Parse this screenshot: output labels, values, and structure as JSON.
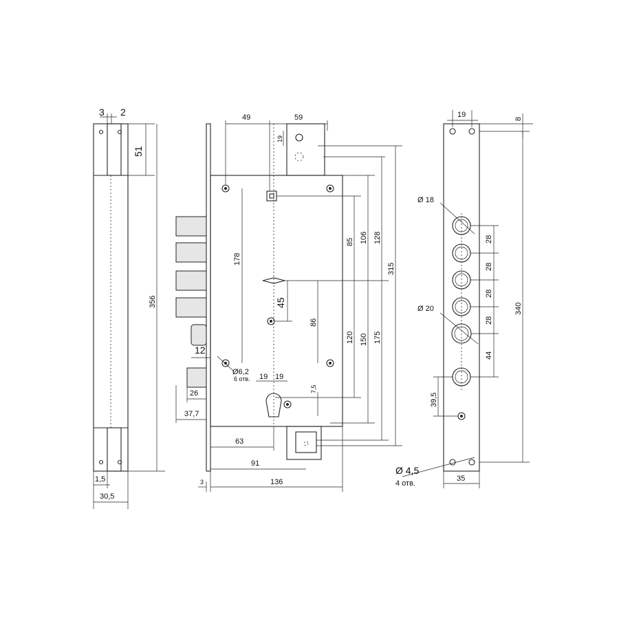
{
  "colors": {
    "line": "#222222",
    "background": "#ffffff"
  },
  "side_view": {
    "dims": {
      "top_a": "3",
      "top_b": "2",
      "upper": "51",
      "height": "356",
      "bottom_a": "1,5",
      "bottom_b": "30,5"
    }
  },
  "front_view": {
    "dims": {
      "top_left": "49",
      "top_right": "59",
      "tab": "19",
      "v178": "178",
      "v85": "85",
      "v106": "106",
      "v128": "128",
      "v315": "315",
      "v45": "45",
      "v86": "86",
      "v120": "120",
      "v150": "150",
      "v175": "175",
      "h12": "12",
      "holes_d": "Ø6,2",
      "holes_n": "6 отв.",
      "h19a": "19",
      "h19b": "19",
      "v7_5": "7,5",
      "h26": "26",
      "h37_7": "37,7",
      "h63": "63",
      "h91": "91",
      "h3": "3",
      "h136": "136"
    }
  },
  "strike_view": {
    "dims": {
      "top_w": "19",
      "top_8": "8",
      "d18": "Ø 18",
      "d20": "Ø 20",
      "s1": "28",
      "s2": "28",
      "s3": "28",
      "s4": "28",
      "s5": "44",
      "s6": "39,5",
      "height": "340",
      "holes_d": "Ø 4,5",
      "holes_n": "4 отв.",
      "width": "35"
    }
  }
}
